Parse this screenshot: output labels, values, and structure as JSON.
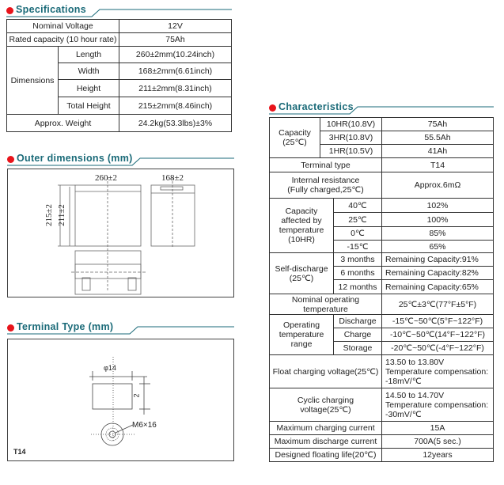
{
  "specifications": {
    "title": "Specifications",
    "rows": {
      "nominal_voltage": {
        "label": "Nominal Voltage",
        "value": "12V"
      },
      "rated_capacity": {
        "label": "Rated capacity (10 hour rate)",
        "value": "75Ah"
      },
      "dimensions": {
        "label": "Dimensions",
        "length": {
          "label": "Length",
          "value": "260±2mm(10.24inch)"
        },
        "width": {
          "label": "Width",
          "value": "168±2mm(6.61inch)"
        },
        "height": {
          "label": "Height",
          "value": "211±2mm(8.31inch)"
        },
        "total_height": {
          "label": "Total Height",
          "value": "215±2mm(8.46inch)"
        }
      },
      "weight": {
        "label": "Approx. Weight",
        "value": "24.2kg(53.3lbs)±3%"
      }
    }
  },
  "outer": {
    "title": "Outer dimensions  (mm)",
    "len": "260±2",
    "wid": "168±2",
    "h1": "215±2",
    "h2": "211±2"
  },
  "terminal": {
    "title": "Terminal Type (mm)",
    "dia": "φ14",
    "depth": "2",
    "bolt": "M6×16",
    "name": "T14"
  },
  "characteristics": {
    "title": "Characteristics",
    "capacity": {
      "label": "Capacity (25℃)",
      "rows": [
        {
          "rate": "10HR(10.8V)",
          "value": "75Ah"
        },
        {
          "rate": "3HR(10.8V)",
          "value": "55.5Ah"
        },
        {
          "rate": "1HR(10.5V)",
          "value": "41Ah"
        }
      ]
    },
    "terminal_type": {
      "label": "Terminal type",
      "value": "T14"
    },
    "internal_resistance": {
      "label1": "Internal resistance",
      "label2": "(Fully charged,25℃)",
      "value": "Approx.6mΩ"
    },
    "temp_capacity": {
      "label": "Capacity affected by temperature (10HR)",
      "rows": [
        {
          "t": "40℃",
          "v": "102%"
        },
        {
          "t": "25℃",
          "v": "100%"
        },
        {
          "t": "0℃",
          "v": "85%"
        },
        {
          "t": "-15℃",
          "v": "65%"
        }
      ]
    },
    "self_discharge": {
      "label": "Self-discharge (25℃)",
      "rows": [
        {
          "t": "3 months",
          "v": "Remaining Capacity:91%"
        },
        {
          "t": "6 months",
          "v": "Remaining Capacity:82%"
        },
        {
          "t": "12 months",
          "v": "Remaining Capacity:65%"
        }
      ]
    },
    "nominal_temp": {
      "label": "Nominal operating temperature",
      "value": "25℃±3℃(77°F±5°F)"
    },
    "op_range": {
      "label": "Operating temperature range",
      "rows": [
        {
          "t": "Discharge",
          "v": "-15℃~50℃(5°F~122°F)"
        },
        {
          "t": "Charge",
          "v": "-10℃~50℃(14°F~122°F)"
        },
        {
          "t": "Storage",
          "v": "-20℃~50℃(-4°F~122°F)"
        }
      ]
    },
    "float": {
      "label": "Float charging voltage(25℃)",
      "v1": "13.50 to 13.80V",
      "v2": "Temperature compensation:",
      "v3": "-18mV/℃"
    },
    "cyclic": {
      "label": "Cyclic charging voltage(25℃)",
      "v1": "14.50 to 14.70V",
      "v2": "Temperature compensation:",
      "v3": "-30mV/℃"
    },
    "max_charge": {
      "label": "Maximum charging current",
      "value": "15A"
    },
    "max_discharge": {
      "label": "Maximum discharge current",
      "value": "700A(5 sec.)"
    },
    "life": {
      "label": "Designed floating life(20℃)",
      "value": "12years"
    }
  },
  "colors": {
    "accent": "#1a6a78",
    "bullet": "#e8141b"
  }
}
